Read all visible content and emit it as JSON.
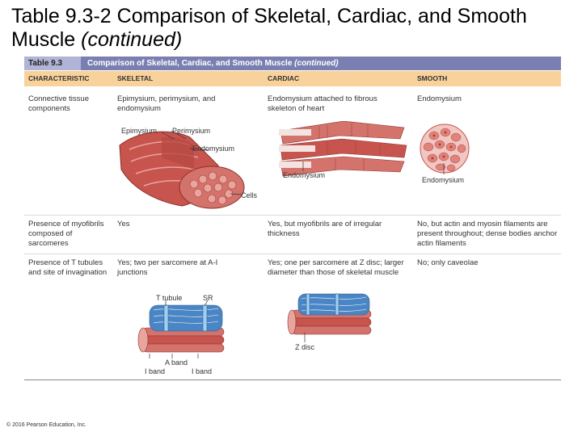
{
  "slide": {
    "title_main": "Table 9.3-2 Comparison of Skeletal, Cardiac, and Smooth Muscle ",
    "title_cont": "(continued)"
  },
  "table": {
    "number": "Table 9.3",
    "title_main": "Comparison of Skeletal, Cardiac, and Smooth Muscle ",
    "title_cont": "(continued)",
    "columns": [
      "CHARACTERISTIC",
      "SKELETAL",
      "CARDIAC",
      "SMOOTH"
    ],
    "rows": [
      {
        "characteristic": "Connective tissue components",
        "skeletal": "Epimysium, perimysium, and endomysium",
        "cardiac": "Endomysium attached to fibrous skeleton of heart",
        "smooth": "Endomysium"
      },
      {
        "characteristic": "Presence of myofibrils composed of sarcomeres",
        "skeletal": "Yes",
        "cardiac": "Yes, but myofibrils are of irregular thickness",
        "smooth": "No, but actin and myosin filaments are present throughout; dense bodies anchor actin filaments"
      },
      {
        "characteristic": "Presence of T tubules and site of invagination",
        "skeletal": "Yes; two per sarcomere at A-I junctions",
        "cardiac": "Yes; one per sarcomere at Z disc; larger diameter than those of skeletal muscle",
        "smooth": "No; only caveolae"
      }
    ]
  },
  "figures": {
    "skeletal_ct": {
      "epimysium": "Epimysium",
      "perimysium": "Perimysium",
      "endomysium": "Endomysium",
      "cells": "Cells"
    },
    "cardiac_ct": {
      "endomysium": "Endomysium"
    },
    "smooth_ct": {
      "endomysium": "Endomysium"
    },
    "skeletal_tt": {
      "t_tubule": "T tubule",
      "sr": "SR",
      "a_band": "A band",
      "i_band_left": "I band",
      "i_band_right": "I band"
    },
    "cardiac_tt": {
      "z_disc": "Z disc"
    }
  },
  "footer": {
    "copyright": "© 2016 Pearson Education, Inc."
  },
  "colors": {
    "header_band": "#7a7fb2",
    "header_tag": "#b1b4d7",
    "column_band": "#f8d29a",
    "muscle": "#c8544e",
    "muscle_light": "#e9a49d",
    "t_tubule": "#4a86c5"
  }
}
